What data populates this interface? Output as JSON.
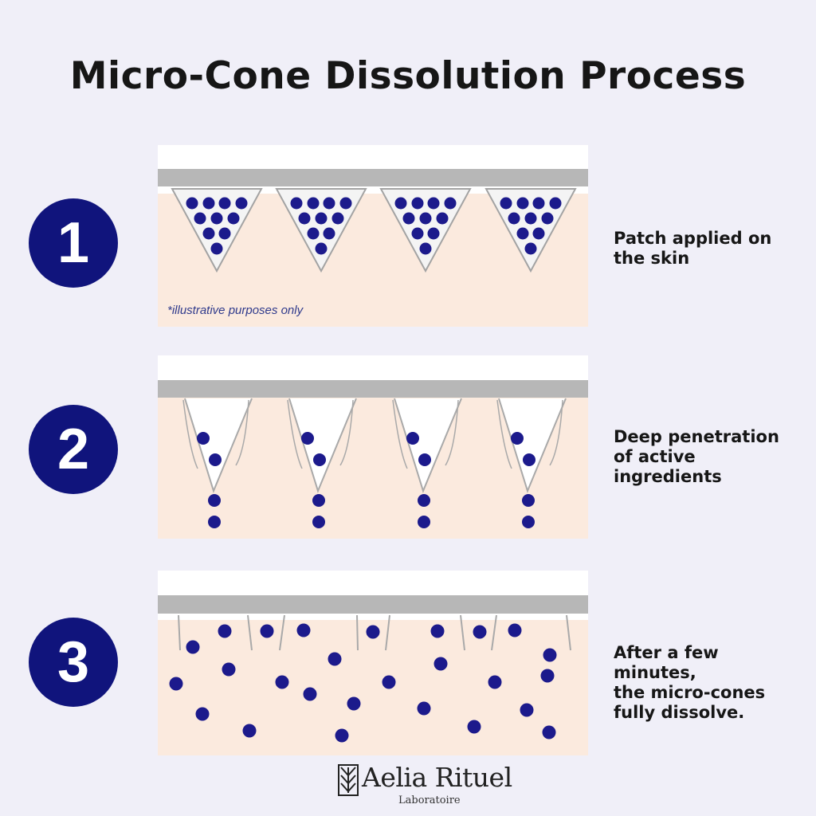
{
  "title": "Micro-Cone Dissolution Process",
  "steps": [
    {
      "number": "1",
      "caption": "Patch applied on\n the skin",
      "note": "*illustrative purposes only"
    },
    {
      "number": "2",
      "caption": "Deep penetration\n of active\ningredients"
    },
    {
      "number": "3",
      "caption": "After a few\nminutes,\nthe micro-cones\nfully dissolve."
    }
  ],
  "logo": {
    "name": "Aelia Rituel",
    "subtitle": "Laboratoire"
  },
  "colors": {
    "accent_navy": "#10147c",
    "particle": "#1c1a8c",
    "skin": "#fbeade",
    "patch_bar": "#b7b7b7",
    "background": "#f0eff8"
  }
}
